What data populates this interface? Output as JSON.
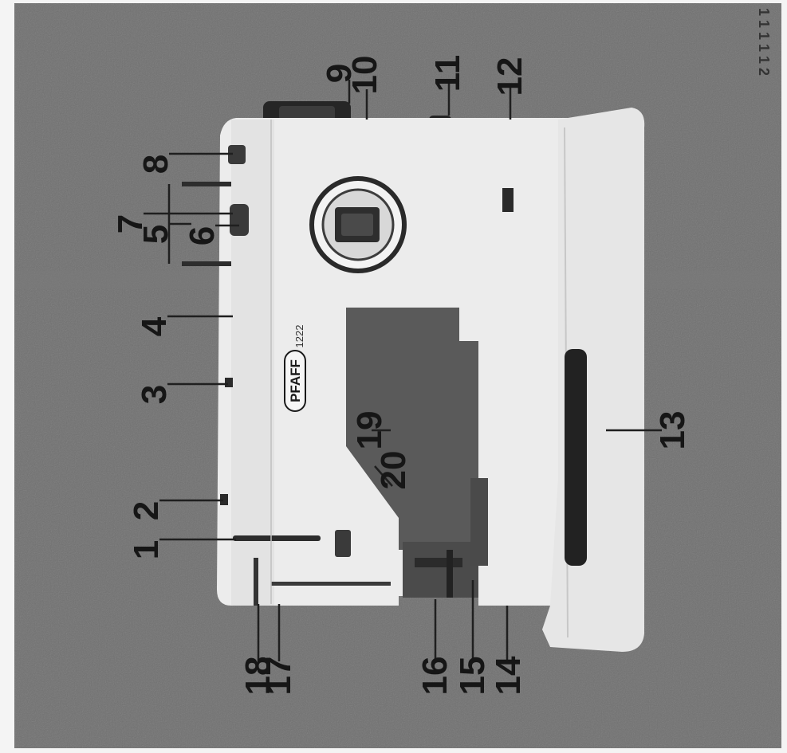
{
  "brand": "PFAFF",
  "model": "1222",
  "callouts": [
    "1",
    "2",
    "3",
    "4",
    "5",
    "6",
    "7",
    "8",
    "9",
    "10",
    "11",
    "12",
    "13",
    "14",
    "15",
    "16",
    "17",
    "18",
    "19",
    "20"
  ],
  "corner_fragment": "1 1 1 1 1 2",
  "colors": {
    "background": "#707070",
    "machine_body": "#ededed",
    "text": "#161616"
  }
}
